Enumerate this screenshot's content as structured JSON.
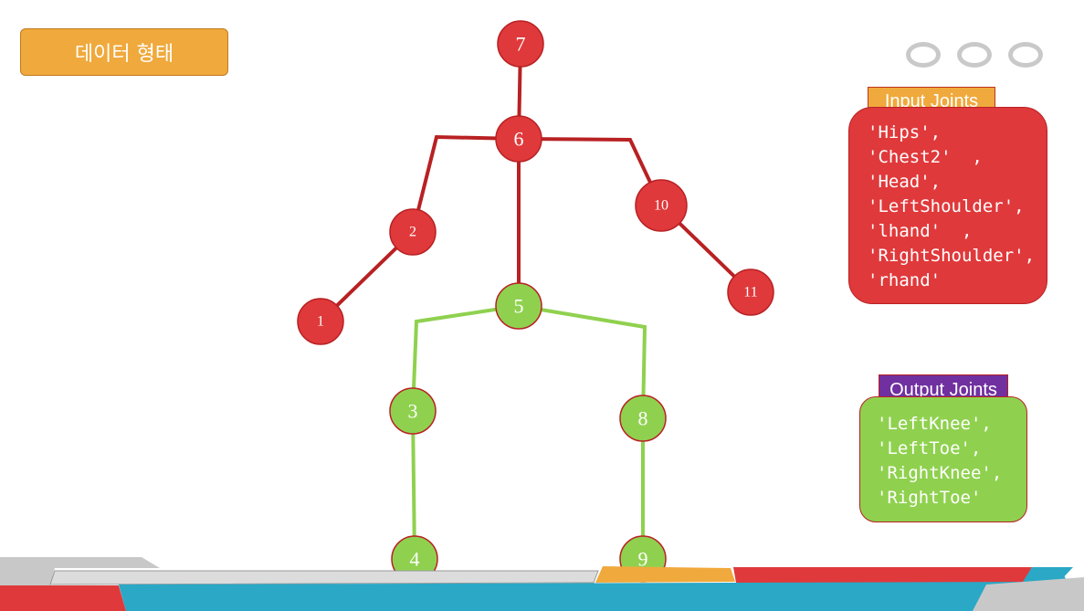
{
  "title": "데이터 형태",
  "colors": {
    "red_joint": "#e0393b",
    "green_joint": "#8fd14f",
    "red_bone": "#b82123",
    "green_bone": "#8fd14f"
  },
  "joints": [
    {
      "id": "7",
      "label": "7",
      "group": "input"
    },
    {
      "id": "6",
      "label": "6",
      "group": "input"
    },
    {
      "id": "2",
      "label": "2",
      "group": "input"
    },
    {
      "id": "1",
      "label": "1",
      "group": "input"
    },
    {
      "id": "10",
      "label": "10",
      "group": "input"
    },
    {
      "id": "11",
      "label": "11",
      "group": "input"
    },
    {
      "id": "5",
      "label": "5",
      "group": "output"
    },
    {
      "id": "3",
      "label": "3",
      "group": "output"
    },
    {
      "id": "4",
      "label": "4",
      "group": "output"
    },
    {
      "id": "8",
      "label": "8",
      "group": "output"
    },
    {
      "id": "9",
      "label": "9",
      "group": "output"
    }
  ],
  "input_panel": {
    "label": "Input Joints",
    "lines": [
      "'Hips',",
      "'Chest2'  ,",
      "'Head',",
      "'LeftShoulder',",
      "'lhand'  ,",
      "'RightShoulder',",
      "'rhand'"
    ]
  },
  "output_panel": {
    "label": "Output Joints",
    "lines": [
      "'LeftKnee',",
      "'LeftToe',",
      "'RightKnee',",
      "'RightToe'"
    ]
  }
}
